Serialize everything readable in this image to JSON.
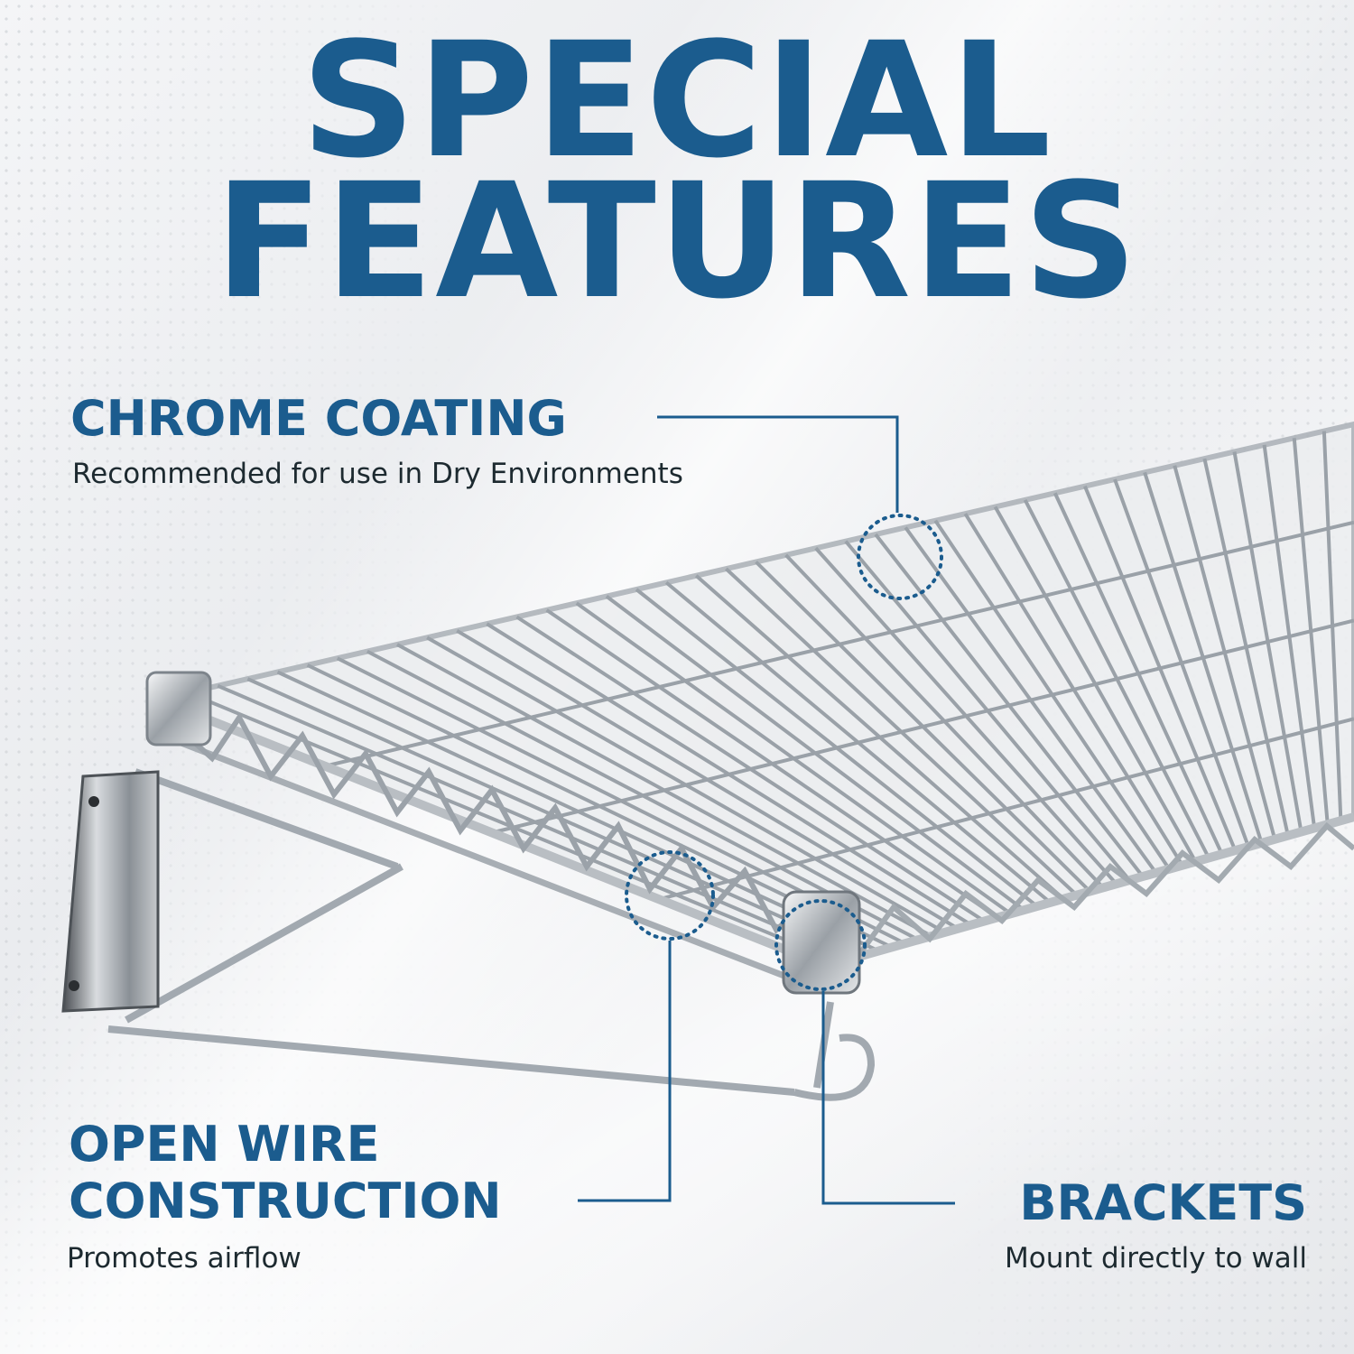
{
  "colors": {
    "accent": "#1b5c8e",
    "text_dark": "#1d2a30",
    "background": "#eef0f2"
  },
  "title": {
    "line1": "SPECIAL",
    "line2": "FEATURES"
  },
  "features": [
    {
      "heading": "CHROME COATING",
      "description": "Recommended for use in Dry Environments"
    },
    {
      "heading_line1": "OPEN WIRE",
      "heading_line2": "CONSTRUCTION",
      "description": "Promotes airflow"
    },
    {
      "heading": "BRACKETS",
      "description": "Mount directly to wall"
    }
  ],
  "product_image": {
    "subject": "chrome wire wall shelf with brackets"
  }
}
